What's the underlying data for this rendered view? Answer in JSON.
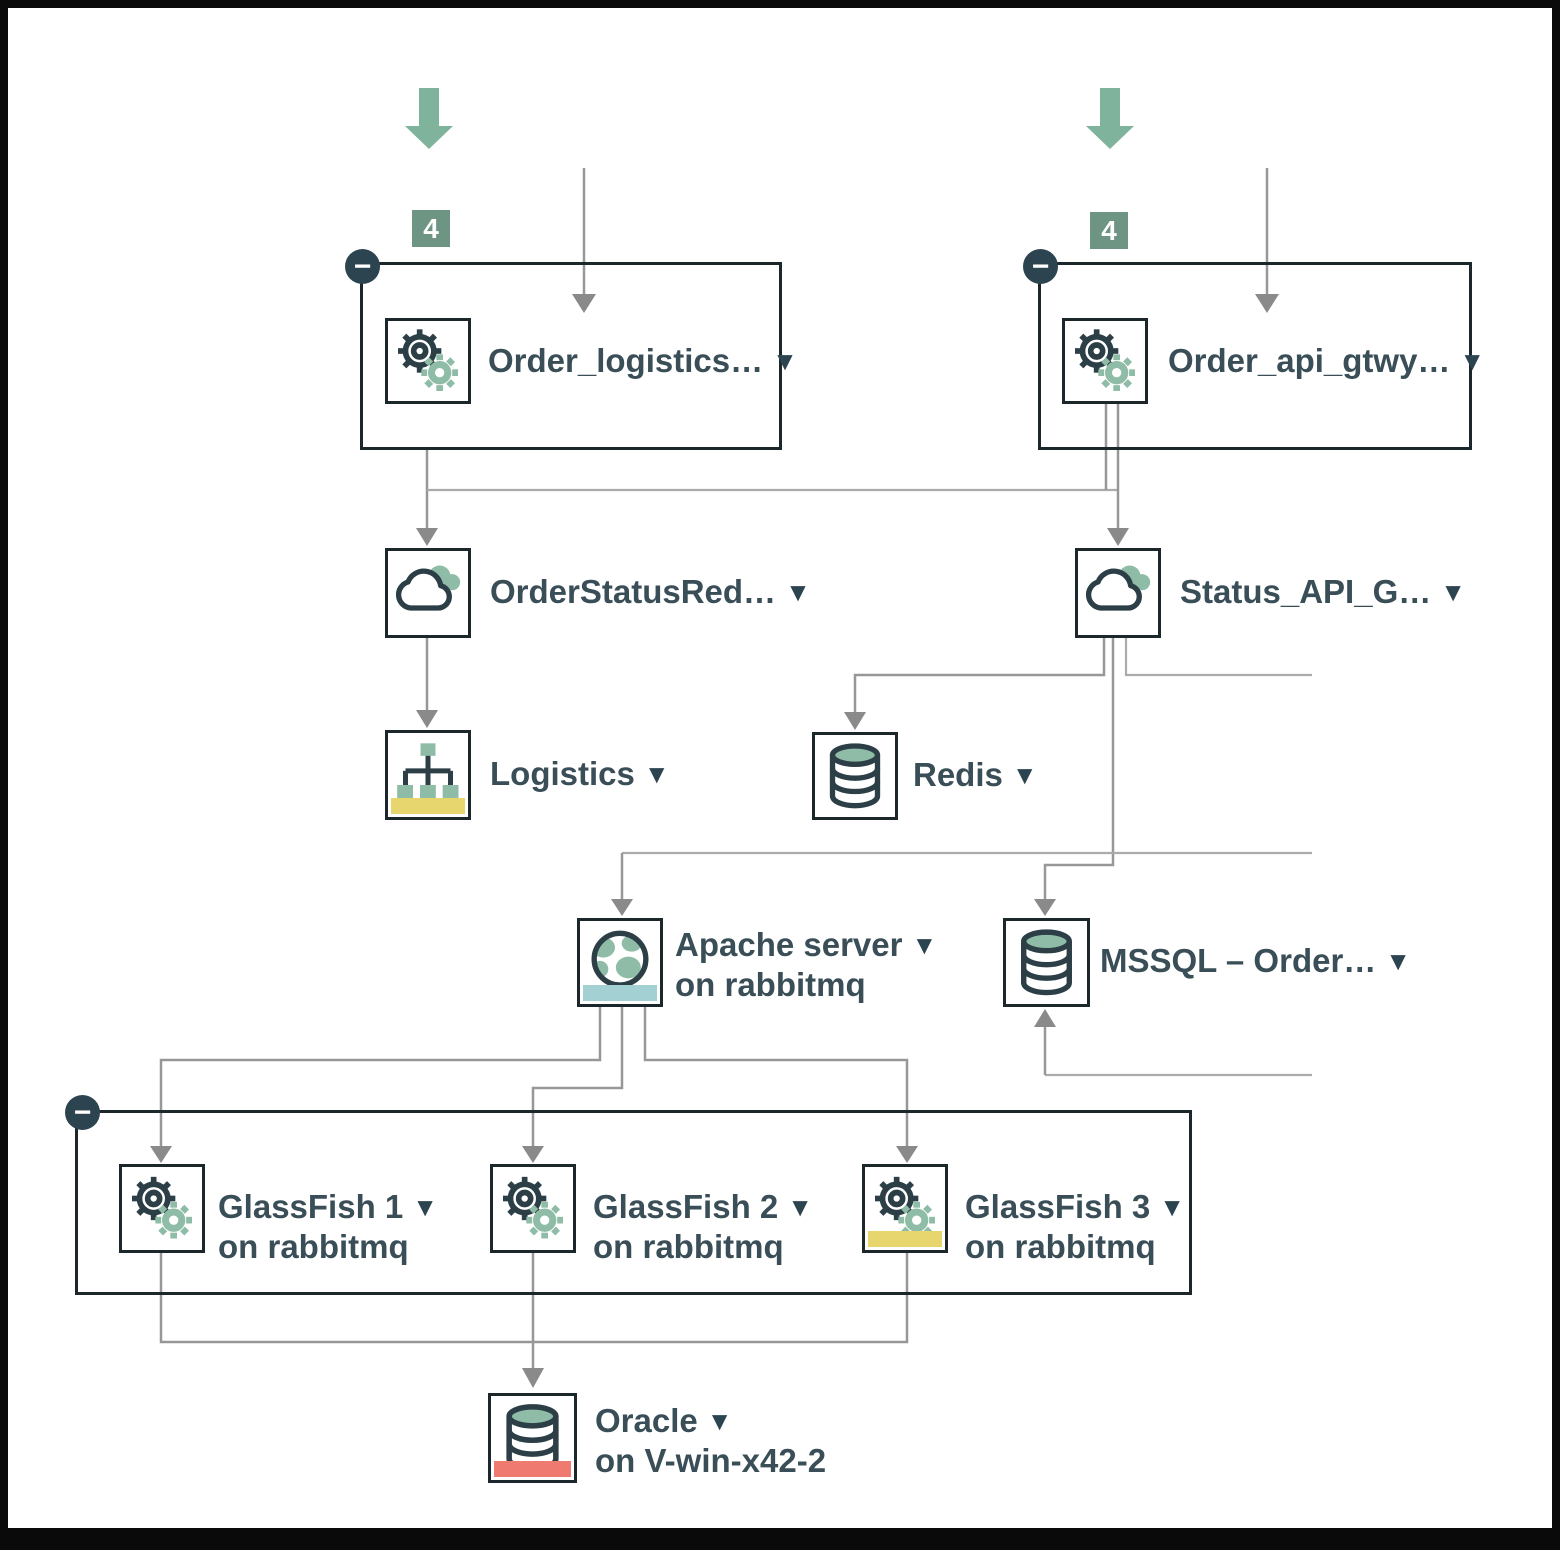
{
  "glyphs": {
    "dropdown": "▼",
    "collapse": "−"
  },
  "badges": {
    "logistics_group_count": "4",
    "api_group_count": "4"
  },
  "nodes": {
    "order_logistics": {
      "label": "Order_logistics…"
    },
    "order_api_gtwy": {
      "label": "Order_api_gtwy…"
    },
    "order_status_red": {
      "label": "OrderStatusRed…"
    },
    "status_api_g": {
      "label": "Status_API_G…"
    },
    "logistics": {
      "label": "Logistics"
    },
    "redis": {
      "label": "Redis"
    },
    "apache": {
      "label": "Apache server",
      "sublabel": "on rabbitmq"
    },
    "mssql": {
      "label": "MSSQL – Order…"
    },
    "glassfish1": {
      "label": "GlassFish 1",
      "sublabel": "on rabbitmq"
    },
    "glassfish2": {
      "label": "GlassFish 2",
      "sublabel": "on rabbitmq"
    },
    "glassfish3": {
      "label": "GlassFish 3",
      "sublabel": "on rabbitmq"
    },
    "oracle": {
      "label": "Oracle",
      "sublabel": "on V-win-x42-2"
    }
  },
  "colors": {
    "accent_green": "#8fbca6",
    "arrow_green": "#7fb39c",
    "badge_green": "#6e9484",
    "status_yellow": "#e7d66e",
    "status_teal": "#a3d0d2",
    "status_red": "#ef7b70",
    "text_dark": "#3a4e58",
    "line_gray": "#979797",
    "border_dark": "#1c272c",
    "collapse_badge_bg": "#2c4350"
  }
}
